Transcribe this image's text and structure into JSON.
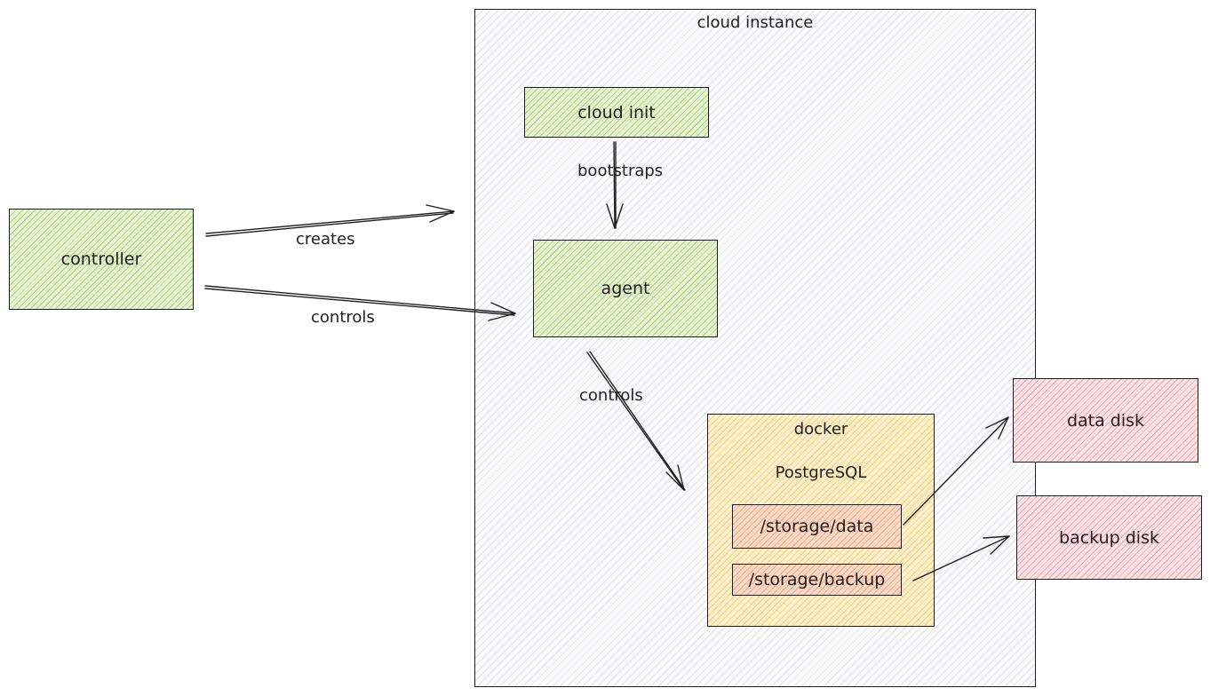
{
  "cloud_instance": {
    "label": "cloud instance"
  },
  "controller": {
    "label": "controller"
  },
  "cloud_init": {
    "label": "cloud init"
  },
  "agent": {
    "label": "agent"
  },
  "docker": {
    "label": "docker",
    "subtitle": "PostgreSQL"
  },
  "storage_data": {
    "label": "/storage/data"
  },
  "storage_backup": {
    "label": "/storage/backup"
  },
  "data_disk": {
    "label": "data disk"
  },
  "backup_disk": {
    "label": "backup disk"
  },
  "edges": {
    "creates": "creates",
    "controls_controller": "controls",
    "bootstraps": "bootstraps",
    "controls_agent": "controls"
  },
  "colors": {
    "green": "#e4f2d0",
    "gray": "#fbfbfc",
    "yellow": "#fbeecb",
    "orange": "#fbd9c4",
    "red": "#fbe0e4",
    "stroke": "#1e1e1e"
  }
}
